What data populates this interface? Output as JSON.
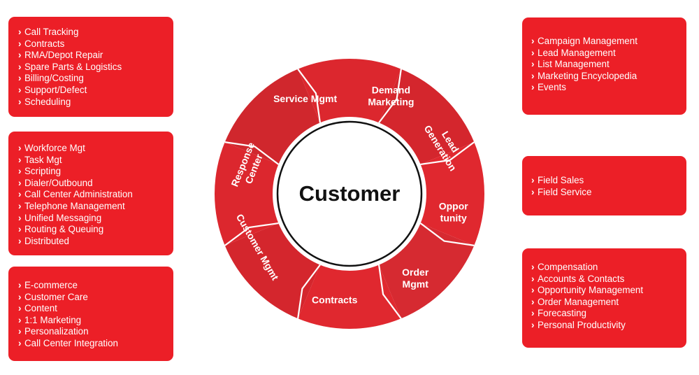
{
  "center": {
    "label": "Customer"
  },
  "colors": {
    "box_red": "#ec1f27",
    "ring_red": "#d42d33",
    "text_white": "#ffffff"
  },
  "segments": [
    {
      "id": "demand-marketing",
      "lines": [
        "Demand",
        "Marketing"
      ]
    },
    {
      "id": "lead-generation",
      "lines": [
        "Lead",
        "Generation"
      ]
    },
    {
      "id": "opportunity",
      "lines": [
        "Oppor",
        "tunity"
      ]
    },
    {
      "id": "order-mgmt",
      "lines": [
        "Order",
        "Mgmt"
      ]
    },
    {
      "id": "contracts",
      "lines": [
        "Contracts"
      ]
    },
    {
      "id": "customer-mgmt",
      "lines": [
        "Customer Mgmt"
      ]
    },
    {
      "id": "response-center",
      "lines": [
        "Response",
        "Center"
      ]
    },
    {
      "id": "service-mgmt",
      "lines": [
        "Service Mgmt"
      ]
    }
  ],
  "boxes": {
    "service_box": {
      "items": [
        "Call Tracking",
        "Contracts",
        "RMA/Depot Repair",
        "Spare Parts & Logistics",
        "Billing/Costing",
        "Support/Defect",
        "Scheduling"
      ]
    },
    "call_center_box": {
      "items": [
        "Workforce Mgt",
        "Task Mgt",
        "Scripting",
        "Dialer/Outbound",
        "Call Center Administration",
        "Telephone Management",
        "Unified Messaging",
        "Routing & Queuing",
        "Distributed"
      ]
    },
    "ecommerce_box": {
      "items": [
        "E-commerce",
        "Customer Care",
        "Content",
        "1:1 Marketing",
        "Personalization",
        "Call Center Integration"
      ]
    },
    "marketing_box": {
      "items": [
        "Campaign Management",
        "Lead Management",
        "List Management",
        "Marketing Encyclopedia",
        "Events"
      ]
    },
    "field_box": {
      "items": [
        "Field Sales",
        "Field Service"
      ]
    },
    "sales_box": {
      "items": [
        "Compensation",
        "Accounts & Contacts",
        "Opportunity Management",
        "Order Management",
        "Forecasting",
        "Personal Productivity"
      ]
    }
  }
}
